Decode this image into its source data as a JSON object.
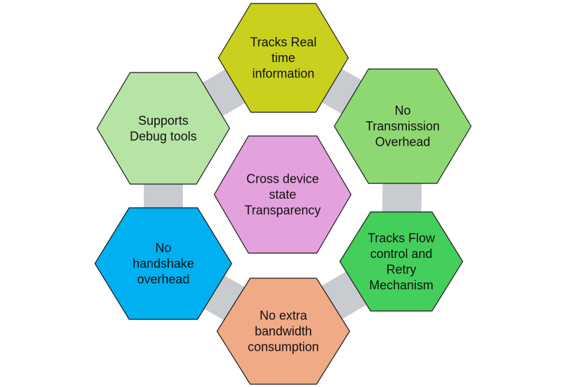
{
  "diagram": {
    "center": {
      "lines": [
        "Cross device",
        "state",
        "Transparency"
      ],
      "fill": "#E3A1DE"
    },
    "nodes": [
      {
        "id": "real-time",
        "lines": [
          "Tracks Real",
          "time",
          "information"
        ],
        "fill": "#C9D11E"
      },
      {
        "id": "transmission",
        "lines": [
          "No",
          "Transmission",
          "Overhead"
        ],
        "fill": "#8ED874"
      },
      {
        "id": "flow-control",
        "lines": [
          "Tracks Flow",
          "control and",
          "Retry",
          "Mechanism"
        ],
        "fill": "#44CF5C"
      },
      {
        "id": "bandwidth",
        "lines": [
          "No extra",
          "bandwidth",
          "consumption"
        ],
        "fill": "#F0AA86"
      },
      {
        "id": "handshake",
        "lines": [
          "No",
          "handshake",
          "overhead"
        ],
        "fill": "#00B0F0"
      },
      {
        "id": "debug",
        "lines": [
          "Supports",
          "Debug tools"
        ],
        "fill": "#B5E4A5"
      }
    ],
    "connector_color": "#C8CBD0",
    "stroke_color": "#1A1A1A"
  }
}
